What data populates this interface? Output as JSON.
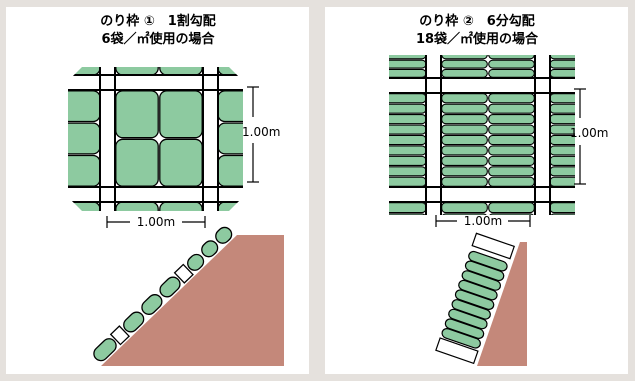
{
  "diagrams": [
    {
      "title": "のり枠 ①　1割勾配",
      "subtitle": "6袋／㎡使用の場合",
      "dim_vertical": "1.00m",
      "dim_horizontal": "1.00m"
    },
    {
      "title": "のり枠 ②　6分勾配",
      "subtitle": "18袋／㎡使用の場合",
      "dim_vertical": "1.00m",
      "dim_horizontal": "1.00m"
    }
  ],
  "colors": {
    "background": "#e5e1dd",
    "panel": "#ffffff",
    "bag_fill": "#8dcaa0",
    "grid_line": "#000000",
    "soil": "#c4887a"
  }
}
